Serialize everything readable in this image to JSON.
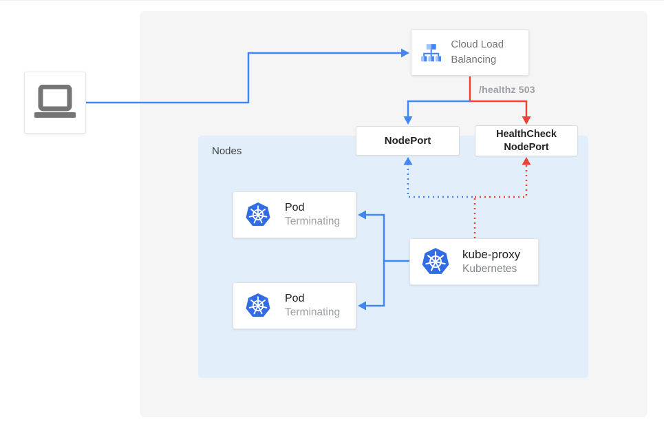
{
  "colors": {
    "traffic_blue": "#4285f4",
    "error_red": "#ea4335",
    "kubernetes_blue": "#326ce5",
    "panel_gray": "#f5f5f5",
    "nodes_panel_blue": "#e2effb",
    "text_dark": "#202124",
    "text_gray": "#757575",
    "muted_gray": "#9aa0a6"
  },
  "client": {
    "icon": "laptop-icon"
  },
  "load_balancer": {
    "label": "Cloud Load Balancing",
    "icon": "cloud-load-balancing-icon"
  },
  "health_check_annotation": "/healthz 503",
  "nodes_group": {
    "label": "Nodes"
  },
  "nodeport": {
    "label": "NodePort"
  },
  "healthcheck_nodeport": {
    "label_line1": "HealthCheck",
    "label_line2": "NodePort"
  },
  "pods": [
    {
      "title": "Pod",
      "status": "Terminating",
      "icon": "kubernetes-icon"
    },
    {
      "title": "Pod",
      "status": "Terminating",
      "icon": "kubernetes-icon"
    }
  ],
  "kube_proxy": {
    "title": "kube-proxy",
    "subtitle": "Kubernetes",
    "icon": "kubernetes-icon"
  }
}
